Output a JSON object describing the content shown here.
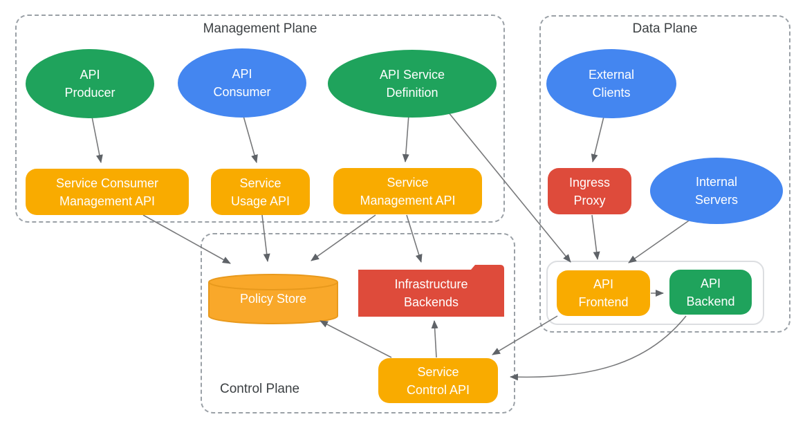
{
  "planes": {
    "management": {
      "label": "Management Plane"
    },
    "data": {
      "label": "Data Plane"
    },
    "control": {
      "label": "Control Plane"
    }
  },
  "nodes": {
    "api_producer": {
      "label": "API\nProducer",
      "shape": "ellipse",
      "color": "green"
    },
    "api_consumer": {
      "label": "API\nConsumer",
      "shape": "ellipse",
      "color": "blue"
    },
    "api_service_definition": {
      "label": "API Service\nDefinition",
      "shape": "ellipse",
      "color": "green"
    },
    "service_consumer_management_api": {
      "label": "Service Consumer\nManagement API",
      "shape": "rounded-rect",
      "color": "orange"
    },
    "service_usage_api": {
      "label": "Service\nUsage API",
      "shape": "rounded-rect",
      "color": "orange"
    },
    "service_management_api": {
      "label": "Service\nManagement API",
      "shape": "rounded-rect",
      "color": "orange"
    },
    "external_clients": {
      "label": "External\nClients",
      "shape": "ellipse",
      "color": "blue"
    },
    "ingress_proxy": {
      "label": "Ingress\nProxy",
      "shape": "rounded-rect",
      "color": "red"
    },
    "internal_servers": {
      "label": "Internal\nServers",
      "shape": "ellipse",
      "color": "blue"
    },
    "api_frontend": {
      "label": "API\nFrontend",
      "shape": "rounded-rect",
      "color": "orange"
    },
    "api_backend": {
      "label": "API\nBackend",
      "shape": "rounded-rect",
      "color": "green"
    },
    "policy_store": {
      "label": "Policy Store",
      "shape": "cylinder",
      "color": "orange"
    },
    "infrastructure_backends": {
      "label": "Infrastructure\nBackends",
      "shape": "folder",
      "color": "red"
    },
    "service_control_api": {
      "label": "Service\nControl API",
      "shape": "rounded-rect",
      "color": "orange"
    }
  },
  "edges": [
    {
      "from": "api_producer",
      "to": "service_consumer_management_api"
    },
    {
      "from": "api_consumer",
      "to": "service_usage_api"
    },
    {
      "from": "api_service_definition",
      "to": "service_management_api"
    },
    {
      "from": "api_service_definition",
      "to": "api_frontend"
    },
    {
      "from": "service_consumer_management_api",
      "to": "policy_store"
    },
    {
      "from": "service_usage_api",
      "to": "policy_store"
    },
    {
      "from": "service_management_api",
      "to": "policy_store"
    },
    {
      "from": "service_management_api",
      "to": "infrastructure_backends"
    },
    {
      "from": "external_clients",
      "to": "ingress_proxy"
    },
    {
      "from": "ingress_proxy",
      "to": "api_frontend"
    },
    {
      "from": "internal_servers",
      "to": "api_frontend"
    },
    {
      "from": "api_frontend",
      "to": "api_backend"
    },
    {
      "from": "api_frontend",
      "to": "service_control_api"
    },
    {
      "from": "api_backend",
      "to": "service_control_api"
    },
    {
      "from": "service_control_api",
      "to": "policy_store"
    },
    {
      "from": "service_control_api",
      "to": "infrastructure_backends"
    }
  ],
  "colors": {
    "green": "#1FA35C",
    "blue": "#4486F0",
    "orange": "#F9AB00",
    "orange_cylinder_fill": "#F9A82A",
    "orange_cylinder_stroke": "#E8991C",
    "red": "#DE4B3B",
    "plane_border": "#9AA0A6",
    "plane_title_text": "#3C4043",
    "node_text": "#FFFFFF",
    "arrow": "#77787A",
    "arrowhead": "#5F6368",
    "inner_box_border": "#DCDEE1"
  }
}
